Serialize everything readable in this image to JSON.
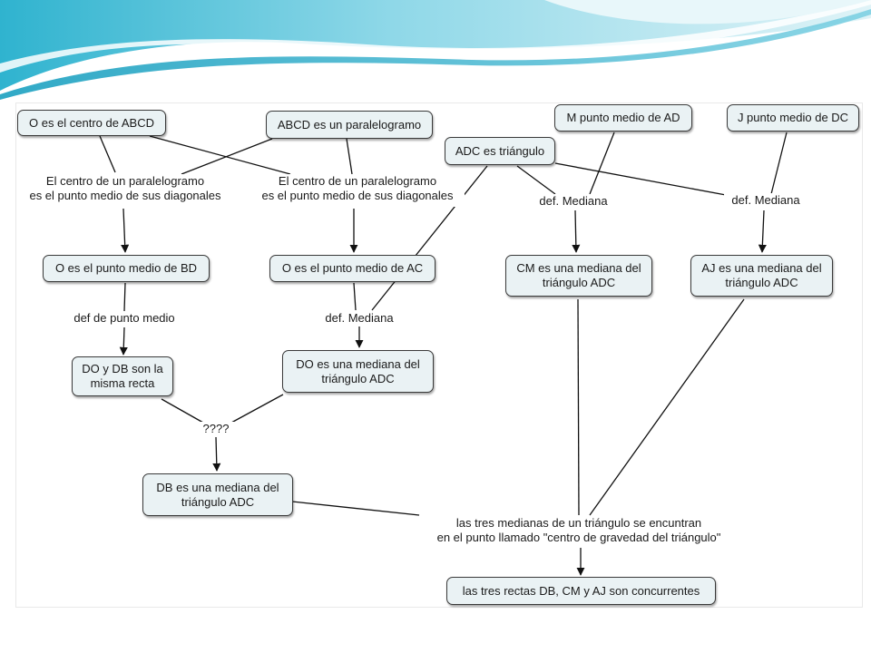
{
  "theme": {
    "line_color": "#111111",
    "node_fill": "#eaf2f4",
    "banner_light": "#dff3f7",
    "banner_dark": "#2fb3cf"
  },
  "nodes": {
    "o_centro": "O es el centro de ABCD",
    "abcd_paralelogramo": "ABCD es un paralelogramo",
    "adc_triangulo": "ADC es triángulo",
    "m_punto_medio": "M punto medio de AD",
    "j_punto_medio": "J punto medio de DC",
    "o_medio_bd": "O es el punto medio de BD",
    "o_medio_ac": "O es el punto medio de AC",
    "cm_mediana": "CM es una mediana del\ntriángulo ADC",
    "aj_mediana": "AJ es una mediana del\ntriángulo ADC",
    "do_db_recta": "DO y DB son la\nmisma recta",
    "do_mediana": "DO es una mediana del\ntriángulo ADC",
    "db_mediana": "DB es una mediana del\ntriángulo ADC",
    "concurrentes": "las tres rectas DB, CM y AJ son concurrentes"
  },
  "links": {
    "centro_paralelogramo_1": "El centro de un paralelogramo\nes el punto medio de sus diagonales",
    "centro_paralelogramo_2": "El centro de un paralelogramo\nes el punto medio de sus diagonales",
    "def_mediana_m": "def. Mediana",
    "def_mediana_j": "def. Mediana",
    "def_punto_medio": "def de punto medio",
    "def_mediana_do": "def. Mediana",
    "interrogante": "????",
    "baricentro": "las tres medianas de un triángulo se encuntran\nen el punto llamado \"centro de gravedad del triángulo\""
  }
}
